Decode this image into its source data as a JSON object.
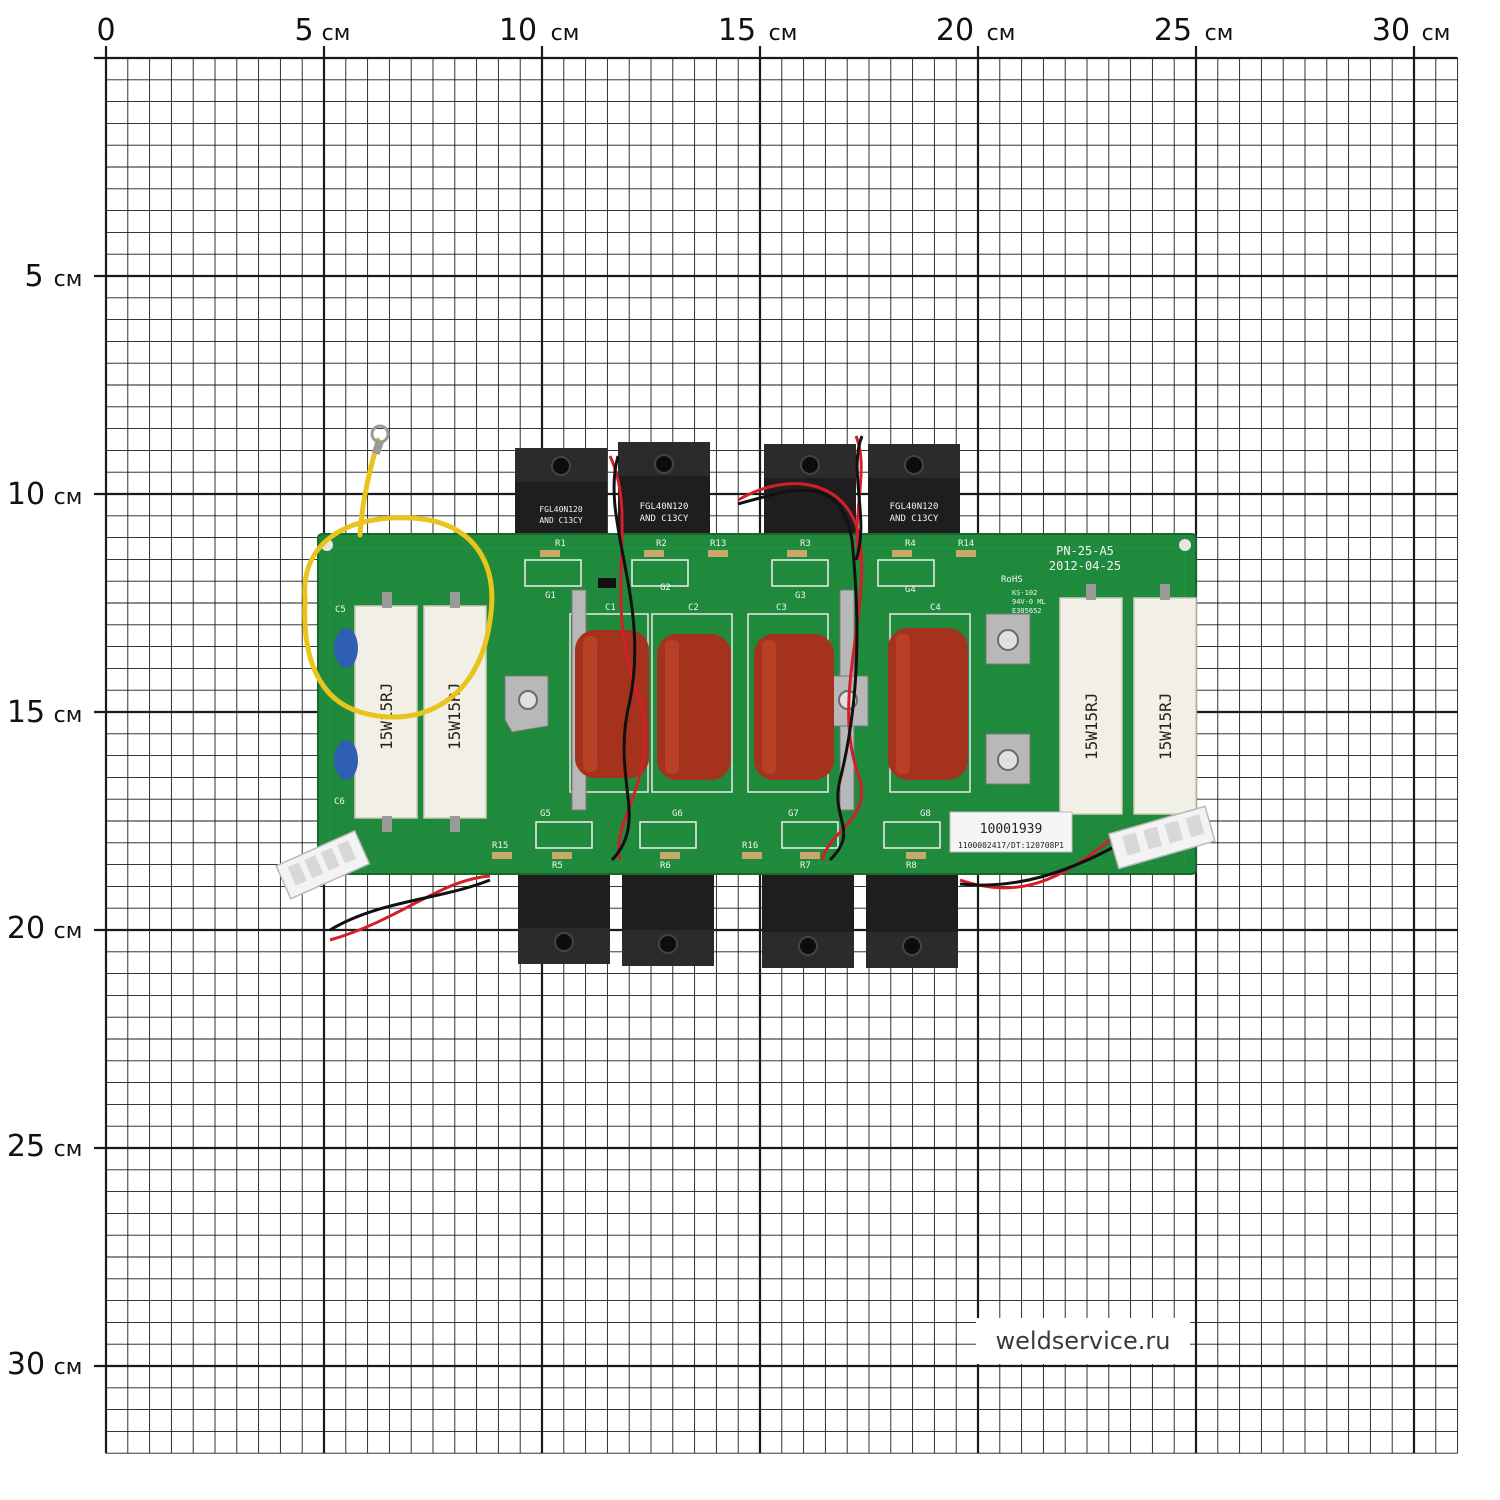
{
  "ruler": {
    "unit": "см",
    "top_labels": [
      "0",
      "5",
      "10",
      "15",
      "20",
      "25",
      "30"
    ],
    "left_labels": [
      "5",
      "10",
      "15",
      "20",
      "25",
      "30"
    ]
  },
  "board": {
    "model": "PN-25-A5",
    "date": "2012-04-25",
    "rohs": "RoHS",
    "cert_lines": [
      "KS-102",
      "94V-0 ML",
      "E305652"
    ],
    "barcode_id": "10001939",
    "barcode_sub": "1100002417/DT:120708P1",
    "resistor_marking": "15W15RJ",
    "transistor_lines": [
      "FGL40N120",
      "AND C13CY"
    ],
    "refs": {
      "top": [
        "R1",
        "G1",
        "R2",
        "G2",
        "R13",
        "R3",
        "G3",
        "R4",
        "G4",
        "R14"
      ],
      "caps": [
        "C1",
        "C2",
        "C3",
        "C4"
      ],
      "bottom": [
        "G5",
        "G6",
        "G7",
        "G8",
        "R15",
        "R5",
        "R6",
        "R16",
        "R7",
        "R8"
      ],
      "side": [
        "C5",
        "C6"
      ]
    }
  },
  "watermark": "weldservice.ru",
  "colors": {
    "grid": "#1a1a1a",
    "pcb": "#1f8a3c",
    "capacitor": "#a4321c",
    "resistor": "#f1efe6",
    "transistor": "#1e1e1e",
    "yellow_wire": "#e8c41d",
    "red_wire": "#d21f2a"
  }
}
